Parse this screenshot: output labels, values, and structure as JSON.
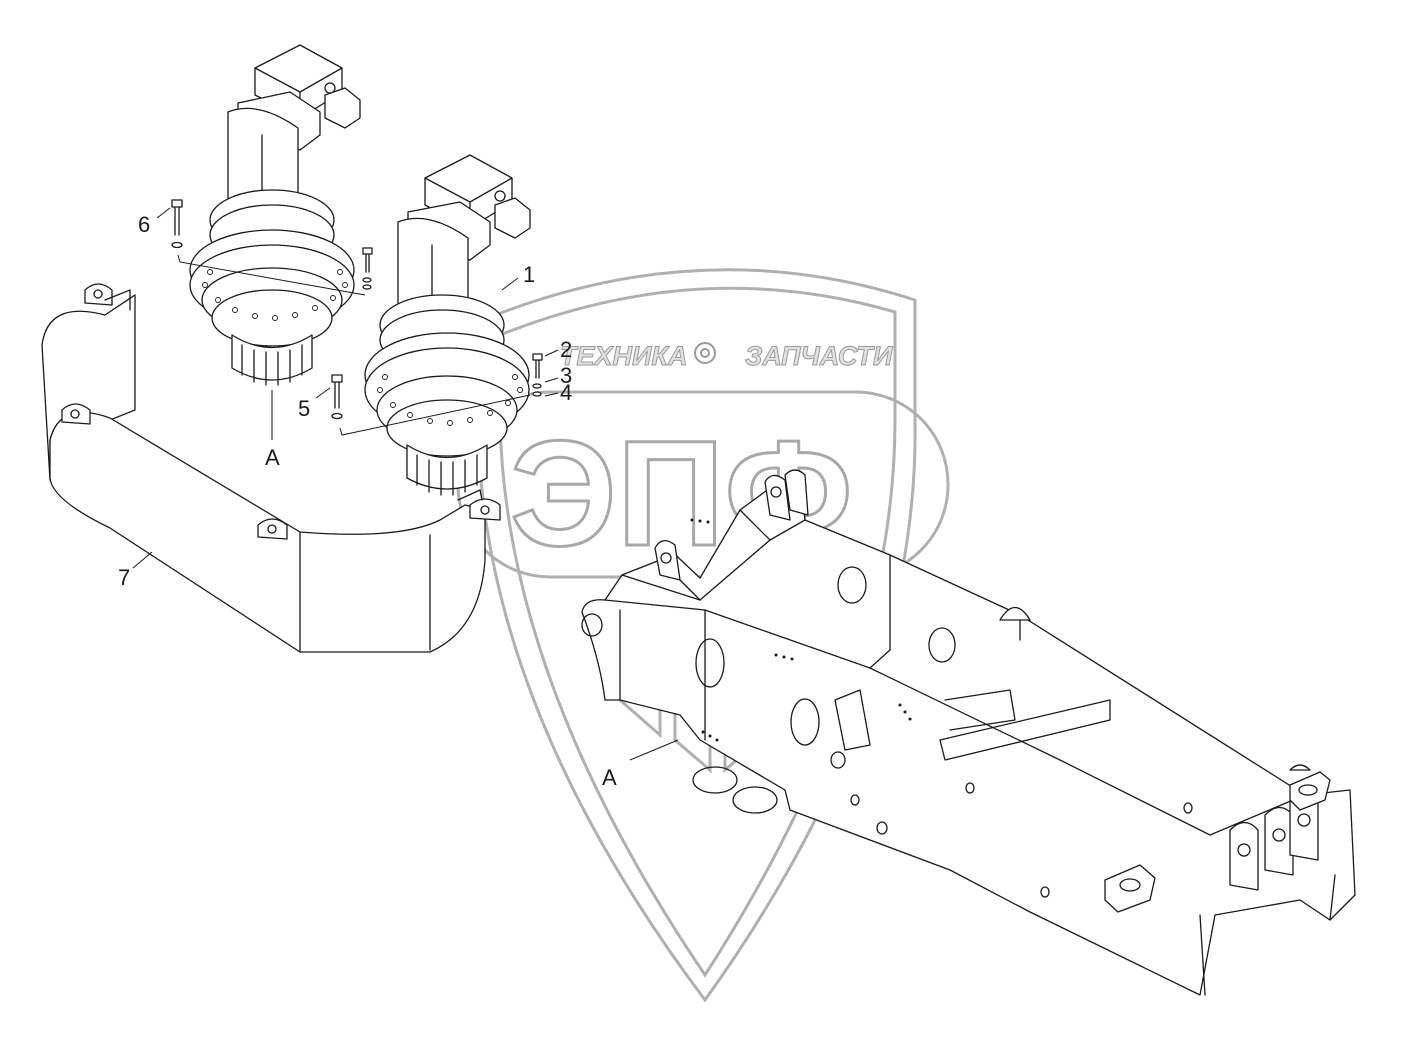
{
  "watermark": {
    "top_left_word": "ТЕХНИКА",
    "top_right_word": "ЗАПЧАСТИ",
    "big_letters": "ЭПФ"
  },
  "callouts": [
    {
      "id": "1",
      "text": "1"
    },
    {
      "id": "2",
      "text": "2"
    },
    {
      "id": "3",
      "text": "3"
    },
    {
      "id": "4",
      "text": "4"
    },
    {
      "id": "5",
      "text": "5"
    },
    {
      "id": "6",
      "text": "6"
    },
    {
      "id": "7",
      "text": "7"
    }
  ],
  "section_marks": {
    "left_drive": "A",
    "right_frame": "A"
  }
}
